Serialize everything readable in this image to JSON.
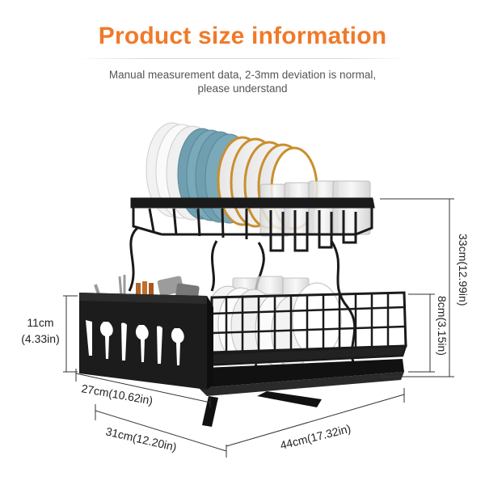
{
  "header": {
    "title": "Product size information",
    "subtitle_line1": "Manual measurement data, 2-3mm deviation is normal,",
    "subtitle_line2": "please understand"
  },
  "dimensions": {
    "total_height": "33cm(12.99in)",
    "lower_tier_height": "8cm(3.15in)",
    "basket_height_cm": "11cm",
    "basket_height_in": "(4.33in)",
    "basket_width": "27cm(10.62in)",
    "depth": "31cm(12.20in)",
    "length": "44cm(17.32in)"
  },
  "colors": {
    "title": "#f07a2a",
    "rack": "#1a1a1a",
    "plate_blue": "#6f9fb0",
    "plate_gold": "#c98f2e"
  }
}
